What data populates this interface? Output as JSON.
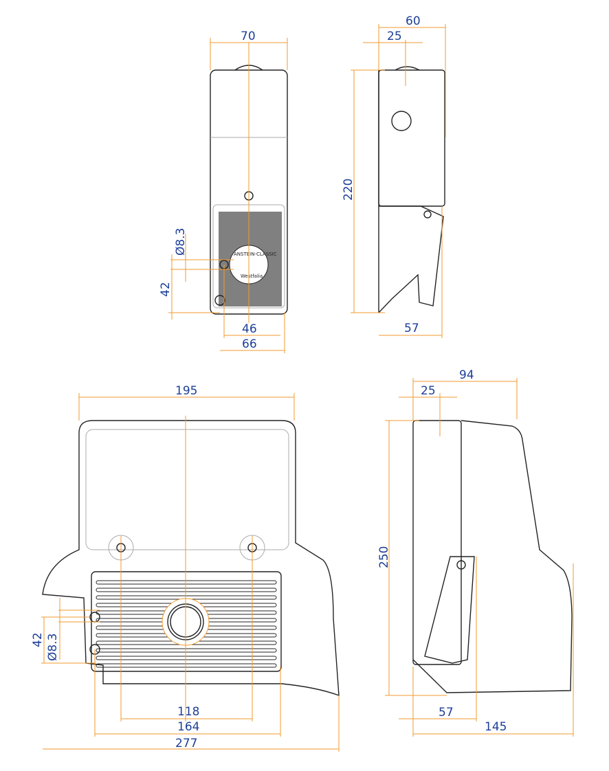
{
  "title": "Coupling socket technical dimension drawing",
  "colors": {
    "dimension_line": "#f29a2e",
    "dimension_text": "#1d3f98",
    "outline": "#222222"
  },
  "logo": {
    "brand": "ANSTEIN-CLASSIC",
    "maker": "Westfalia"
  },
  "views": {
    "front_small": {
      "width": "70",
      "hole_diameter": "Ø8.3",
      "hole_spacing": "42",
      "inner": "46",
      "outer": "66"
    },
    "side_small": {
      "depth": "60",
      "offset": "25",
      "height": "220",
      "lever": "57"
    },
    "front_large": {
      "width": "195",
      "hole_diameter": "Ø8.3",
      "hole_spacing": "42",
      "inner": "118",
      "mid": "164",
      "overall": "277"
    },
    "side_large": {
      "depth": "94",
      "offset": "25",
      "height": "250",
      "lever": "57",
      "overall": "145"
    }
  }
}
